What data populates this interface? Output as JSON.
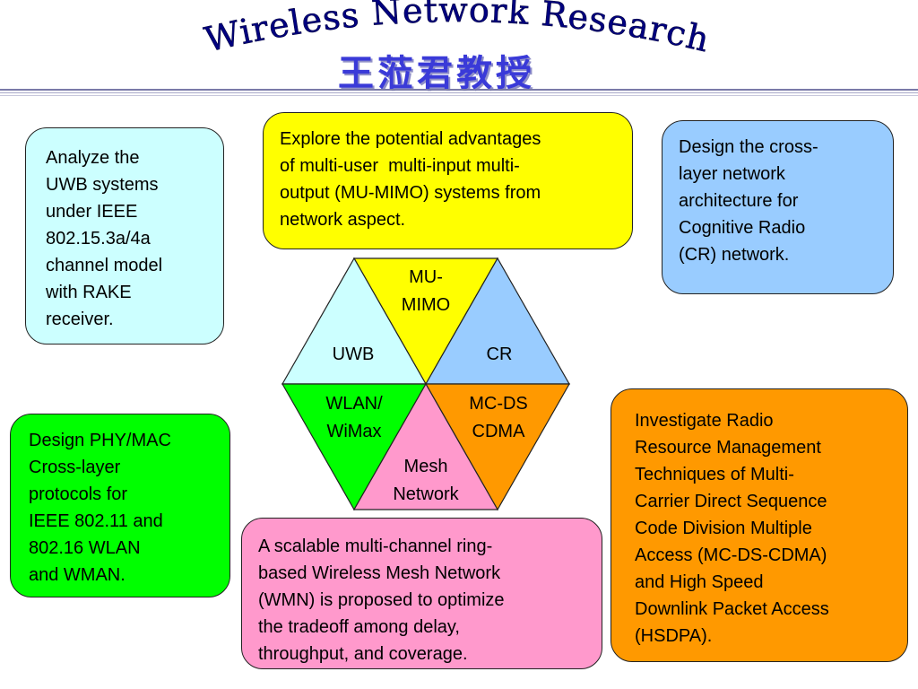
{
  "header": {
    "title": "Wireless Network Research",
    "subtitle": "王蒞君教授"
  },
  "topics": {
    "uwb": [
      "Analyze the",
      "UWB systems",
      "under IEEE",
      "802.15.3a/4a",
      "channel model",
      "with RAKE",
      "receiver."
    ],
    "mimo": [
      "Explore the potential advantages",
      "of multi-user  multi-input multi-",
      "output (MU-MIMO) systems from",
      "network aspect."
    ],
    "cr": [
      "Design the cross-",
      "layer network",
      "architecture for",
      "Cognitive Radio",
      "(CR) network."
    ],
    "wlan": [
      "Design PHY/MAC",
      "Cross-layer",
      "protocols for",
      "IEEE 802.11 and",
      "802.16 WLAN",
      "and WMAN."
    ],
    "mcds": [
      "Investigate Radio",
      "Resource Management",
      "Techniques of Multi-",
      "Carrier Direct Sequence",
      "Code Division Multiple",
      "Access (MC-DS-CDMA)",
      "and High Speed",
      "Downlink Packet Access",
      "(HSDPA)."
    ],
    "mesh": [
      "A scalable multi-channel ring-",
      "based Wireless Mesh Network",
      "(WMN) is proposed to optimize",
      "the tradeoff among delay,",
      "throughput, and coverage."
    ]
  },
  "hexagon": {
    "mimo": [
      "MU-",
      "MIMO"
    ],
    "uwb": [
      "UWB"
    ],
    "cr": [
      "CR"
    ],
    "wlan": [
      "WLAN/",
      "WiMax"
    ],
    "mcds": [
      "MC-DS",
      "CDMA"
    ],
    "mesh": [
      "Mesh",
      "Network"
    ]
  },
  "colors": {
    "uwb": "#ccffff",
    "mimo": "#ffff00",
    "cr": "#99ccff",
    "wlan": "#00ff00",
    "mcds": "#ff9900",
    "mesh": "#ff99cc",
    "title": "#000080",
    "subtitle": "#3a3ad8"
  }
}
